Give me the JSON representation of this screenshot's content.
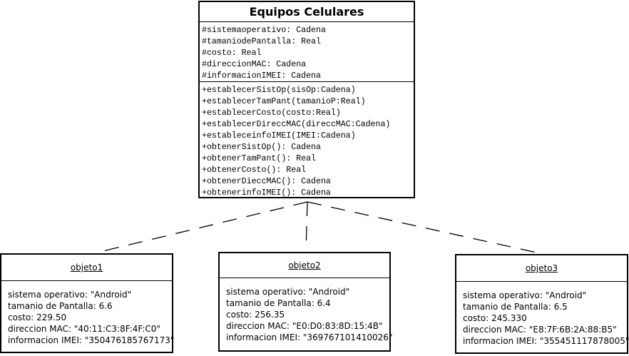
{
  "class": {
    "name": "Equipos Celulares",
    "attributes": [
      "#sistemaoperativo: Cadena",
      "#tamaniodePantalla: Real",
      "#costo: Real",
      "#direccionMAC: Cadena",
      "#informacionIMEI: Cadena"
    ],
    "methods": [
      "+establecerSistOp(sisOp:Cadena)",
      "+establecerTamPant(tamanioP:Real)",
      "+establecerCosto(costo:Real)",
      "+establecerDireccMAC(direccMAC:Cadena)",
      "+estableceinfoIMEI(IMEI:Cadena)",
      "+obtenerSistOp(): Cadena",
      "+obtenerTamPant(): Real",
      "+obtenerCosto(): Real",
      "+obtenerDieccMAC(): Cadena",
      "+obtenerinfoIMEI(): Cadena"
    ]
  },
  "objects": [
    {
      "name": "objeto1",
      "lines": [
        "sistema operativo: \"Android\"",
        "tamanio de Pantalla: 6.6",
        "costo: 229.50",
        "direccion MAC: \"40:11:C3:8F:4F:C0\"",
        "informacion IMEI: \"350476185767173\""
      ]
    },
    {
      "name": "objeto2",
      "lines": [
        "sistema operativo: \"Android\"",
        "tamanio de Pantalla: 6.4",
        "costo: 256.35",
        "direccion MAC: \"E0:D0:83:8D:15:4B\"",
        "informacion IMEI: \"369767101410026\""
      ]
    },
    {
      "name": "objeto3",
      "lines": [
        "sistema operativo: \"Android\"",
        "tamanio de Pantalla: 6.5",
        "costo: 245.330",
        "direccion MAC: \"E8:7F:6B:2A:88:B5\"",
        "informacion IMEI: \"355451117878005\""
      ]
    }
  ],
  "colors": {
    "stroke": "#000000",
    "background": "#ffffff"
  }
}
